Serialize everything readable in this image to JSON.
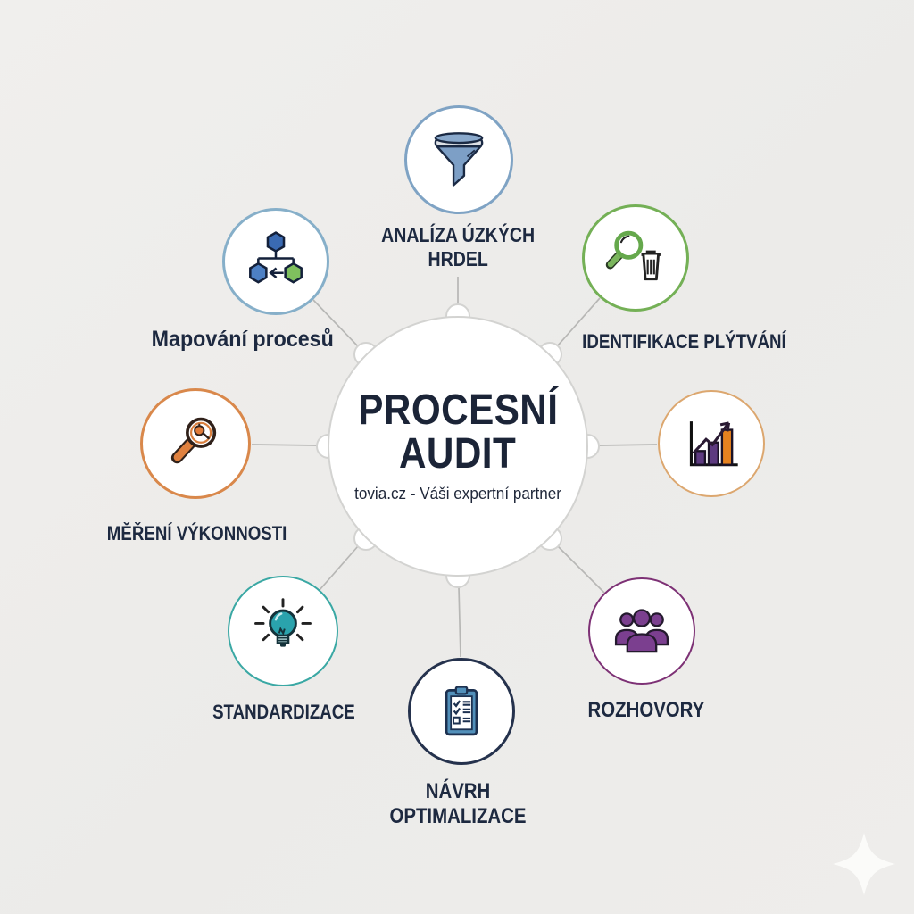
{
  "page": {
    "background": "#edecea",
    "connector_color": "#b7b7b5"
  },
  "center": {
    "title_line1": "PROCESNÍ",
    "title_line2": "AUDIT",
    "subtitle": "tovia.cz - Váši expertní partner",
    "fill": "#ffffff",
    "border_color": "#d3d3d1"
  },
  "nodes": [
    {
      "position": "top",
      "label": "ANALÍZA ÚZKÝCH\nHRDEL",
      "icon": "funnel-icon",
      "ring_color": "#7fa3c4"
    },
    {
      "position": "top-right",
      "label": "IDENTIFIKACE PLÝTVÁNÍ",
      "icon": "magnifier-trash-icon",
      "ring_color": "#74b056"
    },
    {
      "position": "right",
      "label": "",
      "icon": "bar-chart-icon",
      "ring_color": "#dca76f"
    },
    {
      "position": "bottom-right",
      "label": "ROZHOVORY",
      "icon": "people-icon",
      "ring_color": "#7d3175"
    },
    {
      "position": "bottom",
      "label": "NÁVRH\nOPTIMALIZACE",
      "icon": "clipboard-checklist-icon",
      "ring_color": "#25324d"
    },
    {
      "position": "bottom-left",
      "label": "STANDARDIZACE",
      "icon": "lightbulb-icon",
      "ring_color": "#3aa8a4"
    },
    {
      "position": "left",
      "label": "MĚŘENÍ VÝKONNOSTI",
      "icon": "magnifier-gauge-icon",
      "ring_color": "#d9884b"
    },
    {
      "position": "top-left",
      "label": "Mapování procesů",
      "icon": "flowchart-icon",
      "ring_color": "#86afc9"
    }
  ],
  "decor": {
    "sparkle_shape": "four-point-star",
    "sparkle_color": "#fbfbf9"
  }
}
